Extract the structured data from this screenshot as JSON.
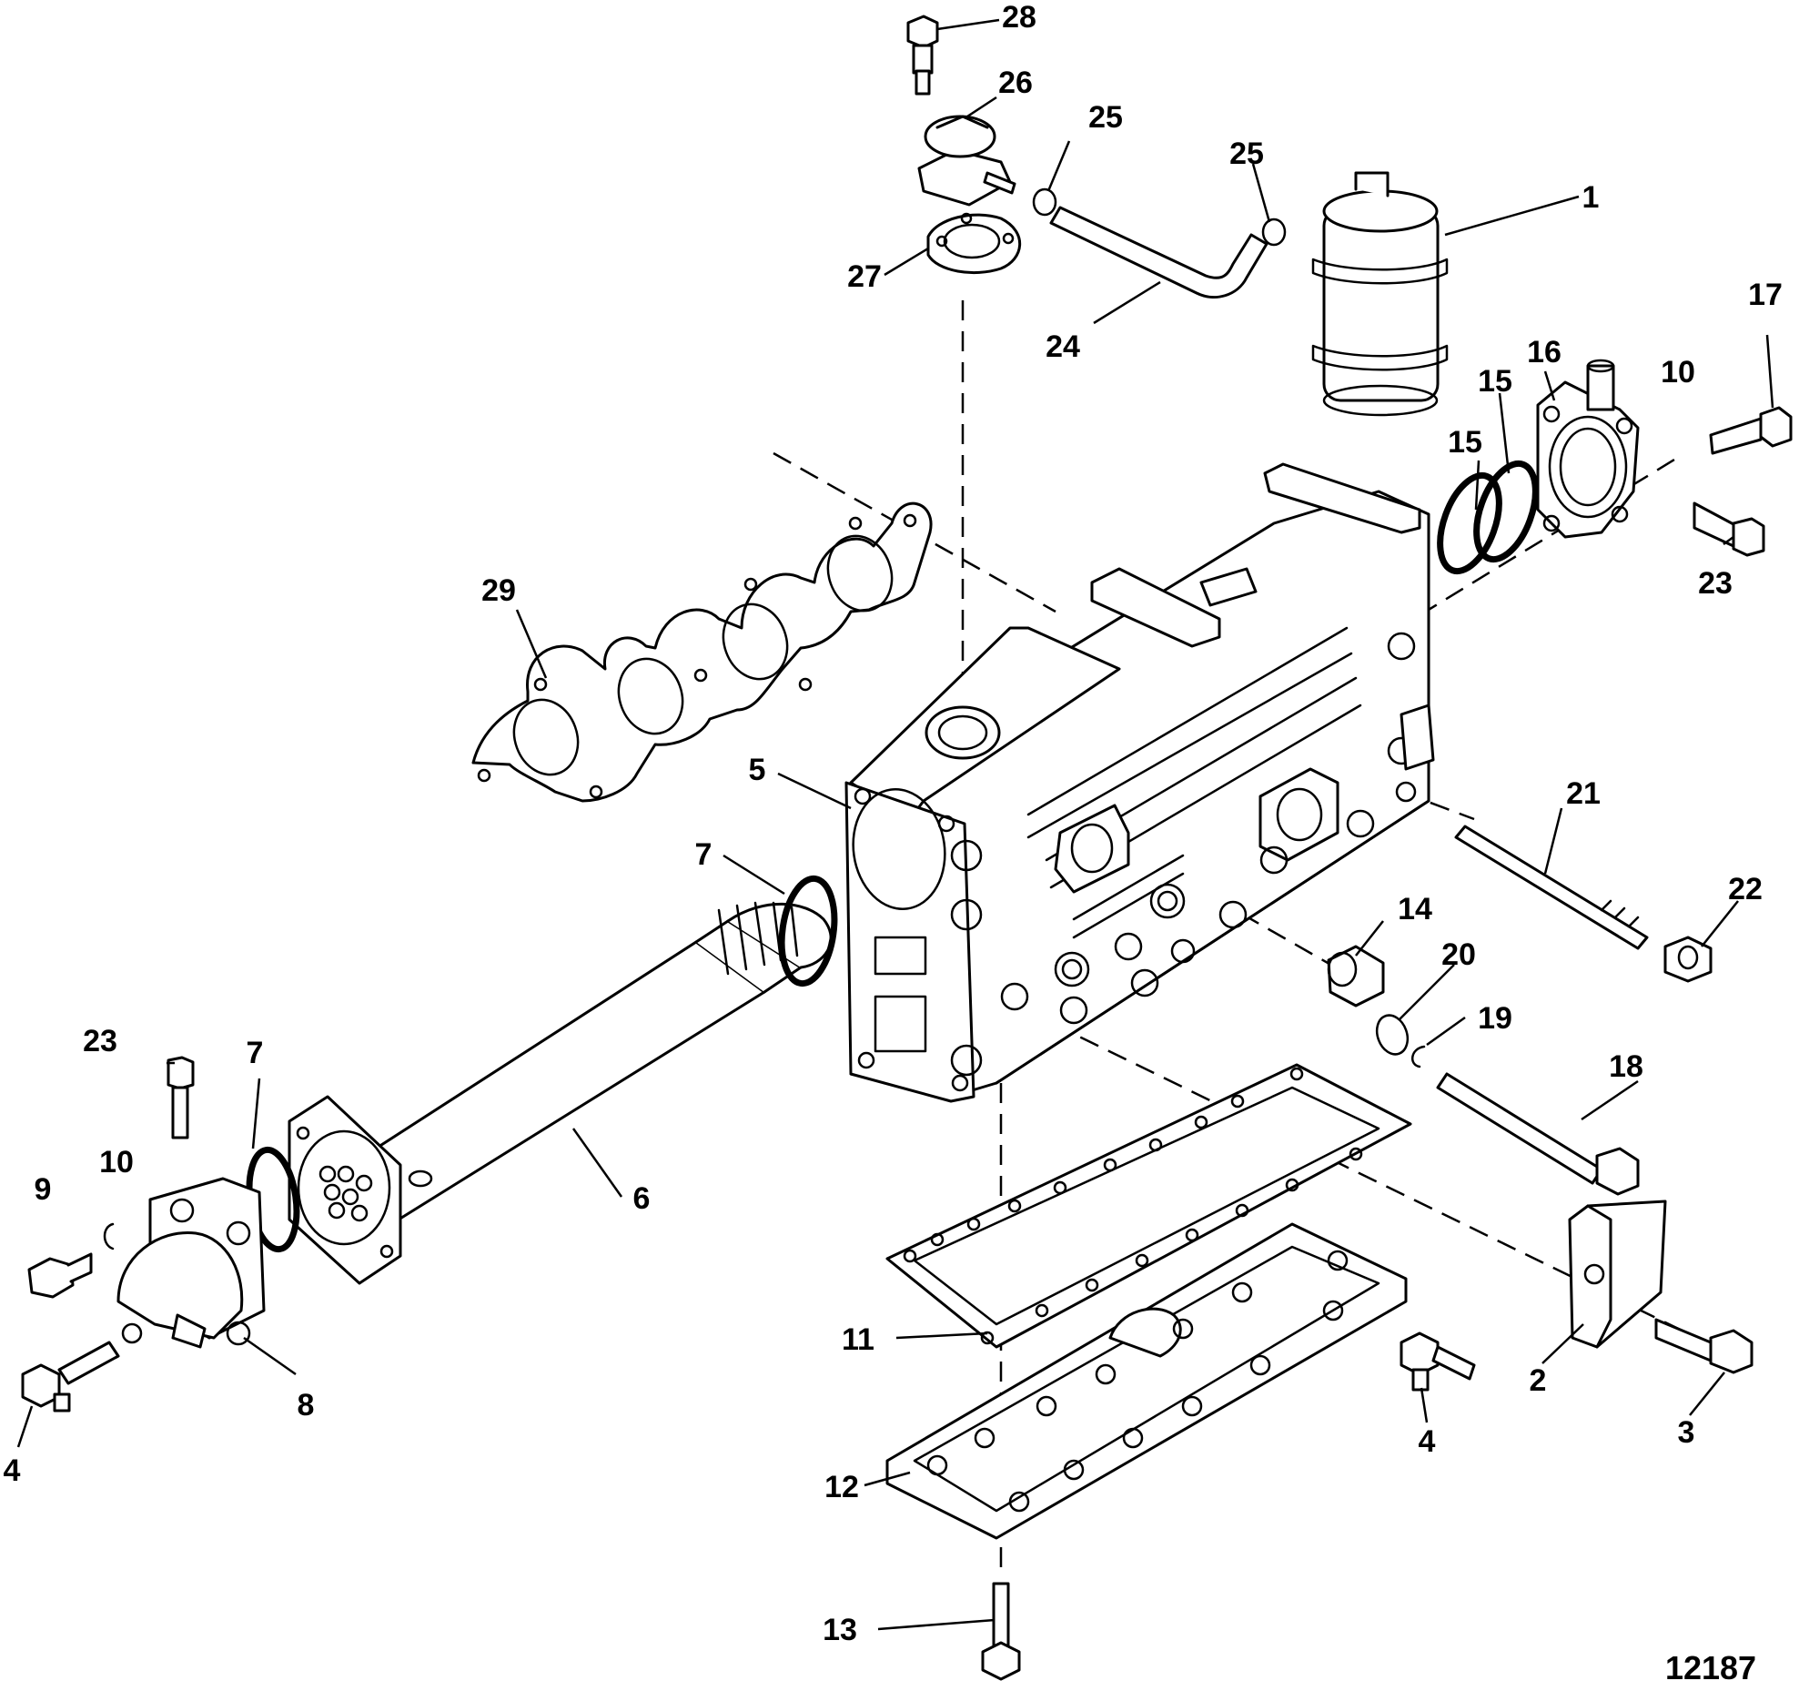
{
  "figure": {
    "reference_number": "12187"
  },
  "callouts": [
    {
      "id": "c1",
      "label": "1"
    },
    {
      "id": "c2",
      "label": "2"
    },
    {
      "id": "c3",
      "label": "3"
    },
    {
      "id": "c4a",
      "label": "4"
    },
    {
      "id": "c4b",
      "label": "4"
    },
    {
      "id": "c5",
      "label": "5"
    },
    {
      "id": "c6",
      "label": "6"
    },
    {
      "id": "c7a",
      "label": "7"
    },
    {
      "id": "c7b",
      "label": "7"
    },
    {
      "id": "c8",
      "label": "8"
    },
    {
      "id": "c9",
      "label": "9"
    },
    {
      "id": "c10a",
      "label": "10"
    },
    {
      "id": "c10b",
      "label": "10"
    },
    {
      "id": "c11",
      "label": "11"
    },
    {
      "id": "c12",
      "label": "12"
    },
    {
      "id": "c13",
      "label": "13"
    },
    {
      "id": "c14",
      "label": "14"
    },
    {
      "id": "c15a",
      "label": "15"
    },
    {
      "id": "c15b",
      "label": "15"
    },
    {
      "id": "c16",
      "label": "16"
    },
    {
      "id": "c17",
      "label": "17"
    },
    {
      "id": "c18",
      "label": "18"
    },
    {
      "id": "c19",
      "label": "19"
    },
    {
      "id": "c20",
      "label": "20"
    },
    {
      "id": "c21",
      "label": "21"
    },
    {
      "id": "c22",
      "label": "22"
    },
    {
      "id": "c23a",
      "label": "23"
    },
    {
      "id": "c23b",
      "label": "23"
    },
    {
      "id": "c24",
      "label": "24"
    },
    {
      "id": "c25a",
      "label": "25"
    },
    {
      "id": "c25b",
      "label": "25"
    },
    {
      "id": "c26",
      "label": "26"
    },
    {
      "id": "c27",
      "label": "27"
    },
    {
      "id": "c28",
      "label": "28"
    },
    {
      "id": "c29",
      "label": "29"
    }
  ]
}
